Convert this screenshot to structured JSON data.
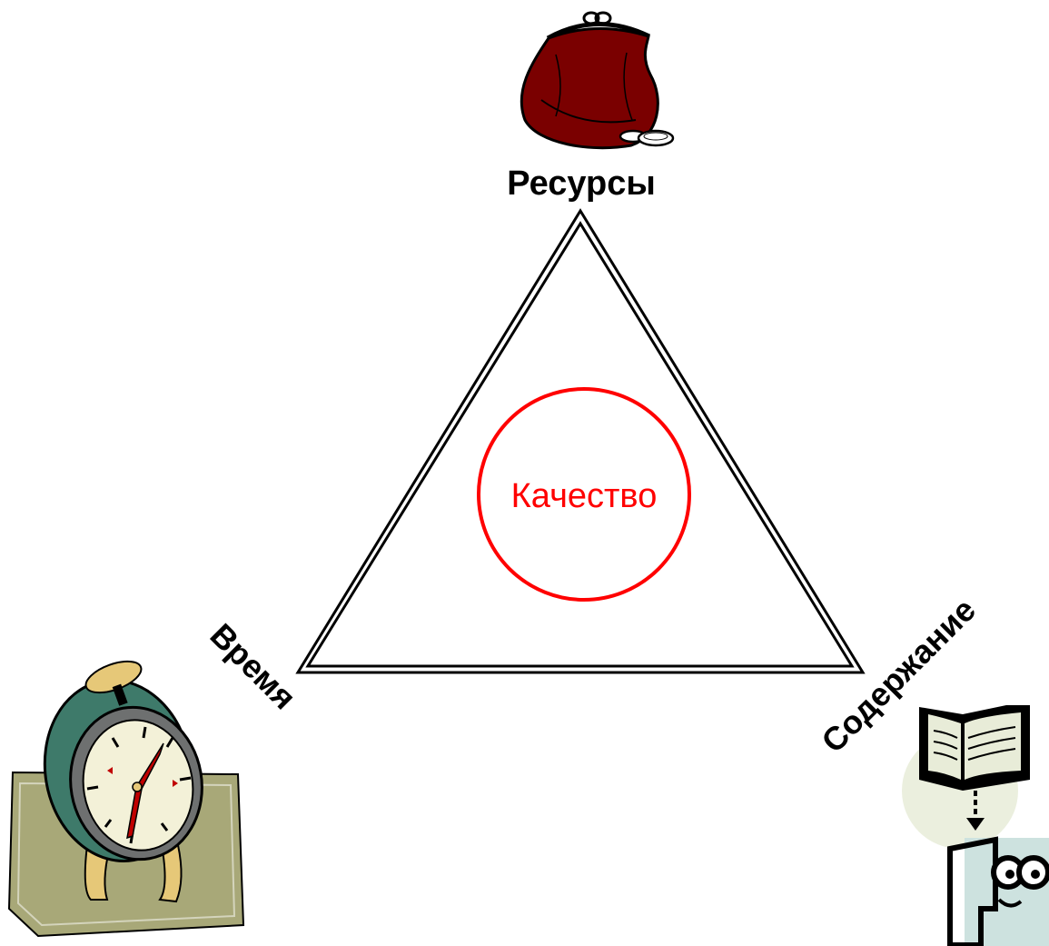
{
  "diagram": {
    "vertices": {
      "top": "Ресурсы",
      "left": "Время",
      "right": "Содержание"
    },
    "center": "Качество",
    "icons": {
      "top": "purse-icon",
      "left": "alarm-clock-icon",
      "right": "book-reader-icon"
    }
  },
  "colors": {
    "triangle_stroke": "#000000",
    "center_circle": "#ff0000",
    "center_text": "#ff0000",
    "purse_body": "#7a0000",
    "clock_body": "#3e7a6a",
    "clock_base": "#a8a878",
    "clock_accent": "#e6c878",
    "book_fill": "#e8ecd8",
    "reader_bg": "#cde2df"
  }
}
